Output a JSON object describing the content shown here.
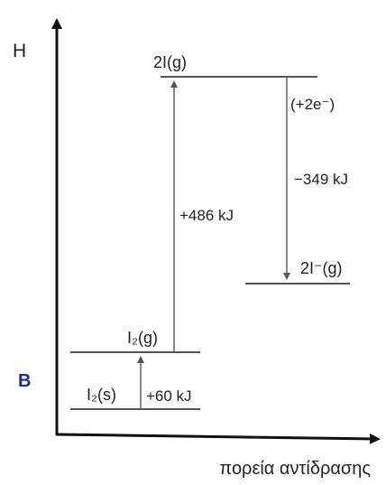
{
  "diagram": {
    "y_axis_label": "H",
    "x_axis_label": "πορεία αντίδρασης",
    "panel_label": "B",
    "levels": {
      "i2_solid": "I₂(s)",
      "i2_gas": "I₂(g)",
      "two_i_gas": "2I(g)",
      "two_i_minus_gas": "2I⁻(g)"
    },
    "steps": {
      "sublimation": "+60 kJ",
      "atomization": "+486 kJ",
      "electron_gain_note": "(+2e⁻)",
      "electron_affinity": "−349 kJ"
    }
  }
}
